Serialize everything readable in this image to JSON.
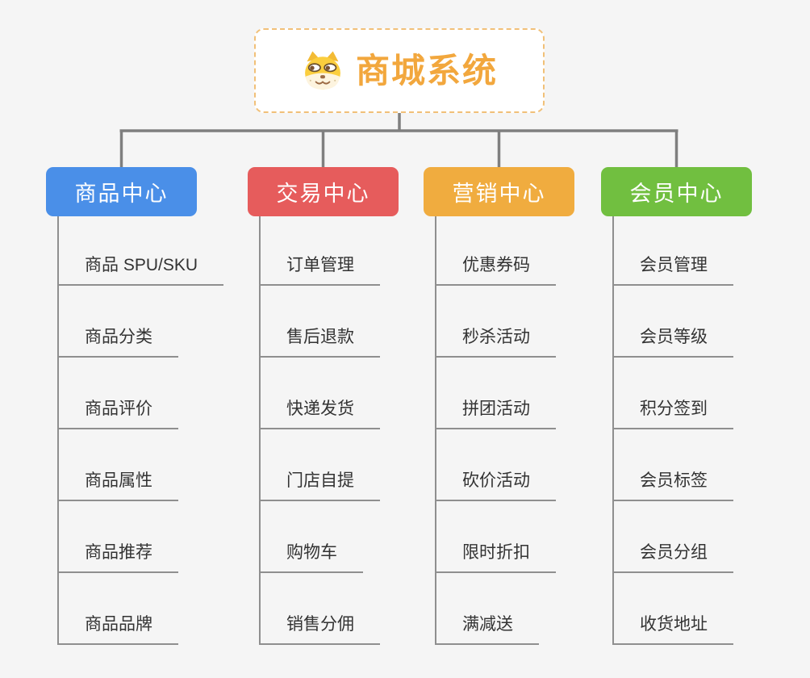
{
  "root": {
    "title": "商城系统",
    "icon": "dog-face-icon"
  },
  "palette": {
    "canvas_background": "#f5f5f5",
    "root_background": "#ffffff",
    "root_border": "#f1c078",
    "root_title_color": "#f2a73d",
    "connector_color": "#7f7f7f",
    "child_line_color": "#8f8f8f",
    "child_text_color": "#333333"
  },
  "branches": [
    {
      "label": "商品中心",
      "color": "#4a8fe8",
      "children": [
        "商品 SPU/SKU",
        "商品分类",
        "商品评价",
        "商品属性",
        "商品推荐",
        "商品品牌"
      ]
    },
    {
      "label": "交易中心",
      "color": "#e65c5c",
      "children": [
        "订单管理",
        "售后退款",
        "快递发货",
        "门店自提",
        "购物车",
        "销售分佣"
      ]
    },
    {
      "label": "营销中心",
      "color": "#f0ac3f",
      "children": [
        "优惠券码",
        "秒杀活动",
        "拼团活动",
        "砍价活动",
        "限时折扣",
        "满减送"
      ]
    },
    {
      "label": "会员中心",
      "color": "#71bf40",
      "children": [
        "会员管理",
        "会员等级",
        "积分签到",
        "会员标签",
        "会员分组",
        "收货地址"
      ]
    }
  ]
}
